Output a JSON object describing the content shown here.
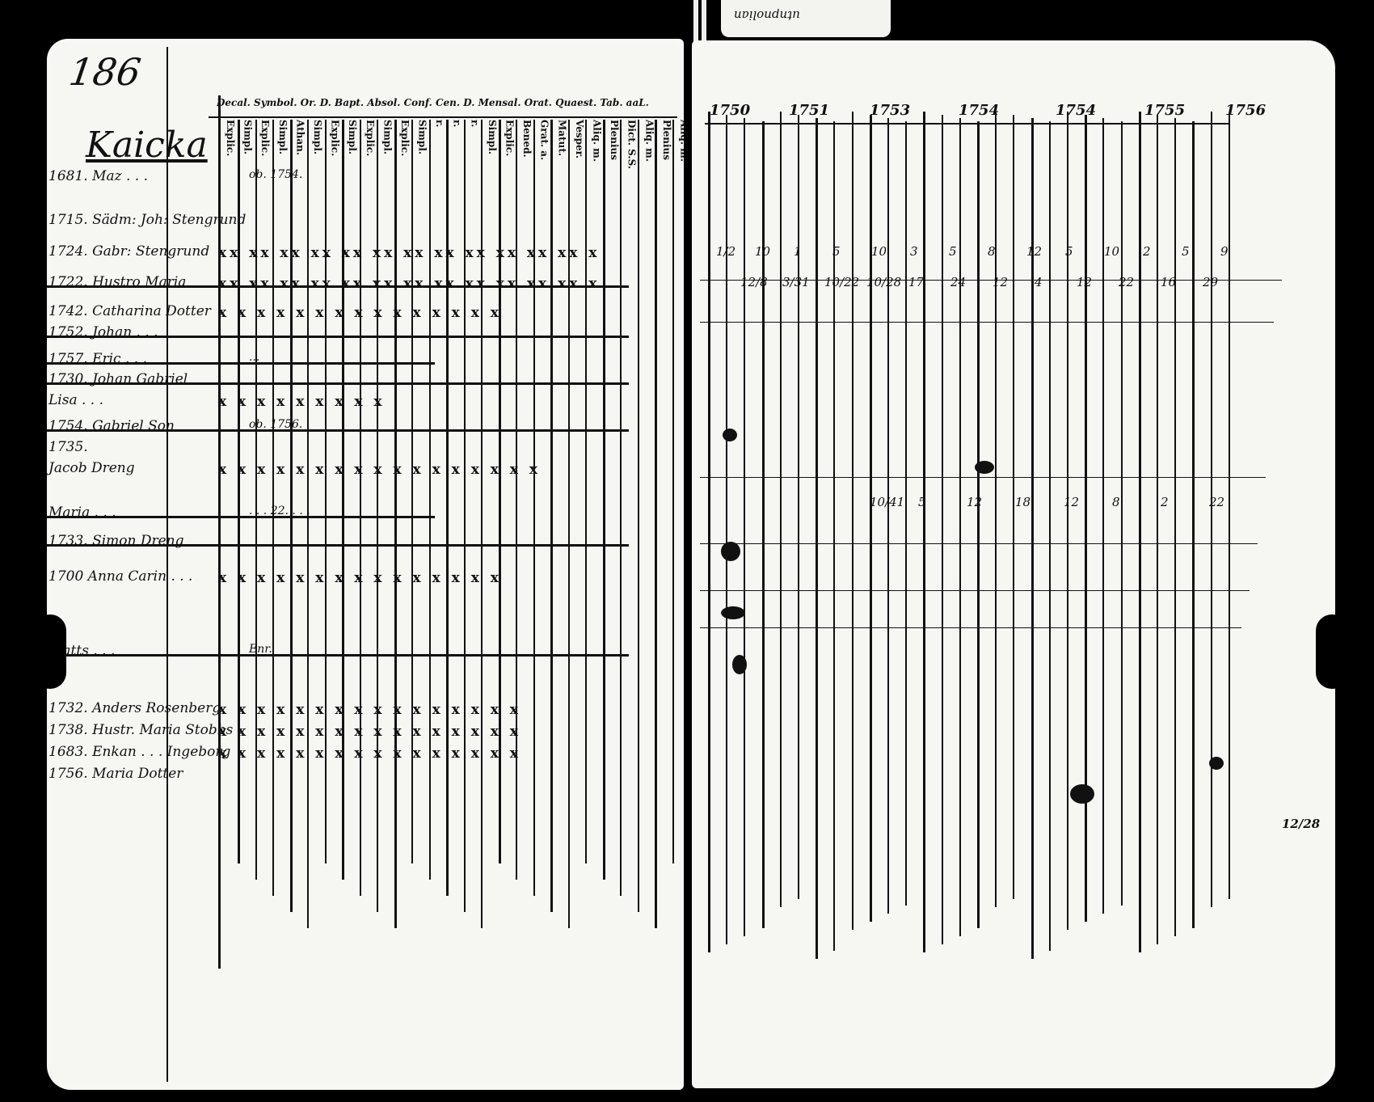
{
  "tab": {
    "text": "utnpnolian"
  },
  "left_page": {
    "page_number": "186",
    "village": "Kaicka",
    "column_header_line": "Decal. Symbol. Or. D. Bapt. Absol. Conf. Cen. D. Mensal. Orat. Quaest. Tab. aaL.",
    "subheads": [
      "Explic.",
      "Simpl.",
      "Explic.",
      "Simpl.",
      "Athan.",
      "Simpl.",
      "Explic.",
      "Simpl.",
      "Explic.",
      "Simpl.",
      "Explic.",
      "Simpl.",
      "r.",
      "r.",
      "r.",
      "Simpl.",
      "Explic.",
      "Bened.",
      "Grat. a.",
      "Matut.",
      "Vesper.",
      "Aliq. m.",
      "Plenius",
      "Dict. S.S.",
      "Aliq. m.",
      "Plenius",
      "Aliq. m."
    ],
    "rows": [
      {
        "entry": "1681. Maz . . .",
        "marks": "",
        "note": "ob. 1754."
      },
      {
        "entry": "1715. Sädm: Joh: Stengrund",
        "marks": "",
        "note": ""
      },
      {
        "entry": "1724. Gabr: Stengrund",
        "marks": "xx xx xx xx xx xx xx xx xx xx xx xx x",
        "note": ""
      },
      {
        "entry": "1722. Hustro Maria",
        "marks": "xx xx xx xx xx xx xx xx xx xx xx xx x",
        "note": ""
      },
      {
        "entry": "1742. Catharina Dotter",
        "marks": "x x x x x x x x x x x x x x x",
        "note": ""
      },
      {
        "entry": "1752. Johan . . .",
        "marks": "",
        "note": ""
      },
      {
        "entry": "1757. Eric . . .",
        "marks": "",
        "note": "..."
      },
      {
        "entry": "1730. Johan Gabriel",
        "marks": "",
        "note": ""
      },
      {
        "entry": "Lisa . . .",
        "marks": "x x x x x x x x x",
        "note": ""
      },
      {
        "entry": "1754. Gabriel Son",
        "marks": "",
        "note": "ob. 1756."
      },
      {
        "entry": "1735.",
        "marks": "",
        "note": ""
      },
      {
        "entry": "Jacob Dreng",
        "marks": "x x x x x x x x x x x x x x x x x",
        "note": ""
      },
      {
        "entry": "Maria . . .",
        "marks": "",
        "note": ". . . 22. . . ."
      },
      {
        "entry": "1733. Simon Dreng",
        "marks": "",
        "note": ""
      },
      {
        "entry": "1700 Anna Carin . . .",
        "marks": "x x x x x x x x x x x x x x x",
        "note": ""
      },
      {
        "entry": "Matts . . .",
        "marks": "",
        "note": "Enr."
      },
      {
        "entry": "1732. Anders Rosenberg",
        "marks": "x x x x x x x x x x x x x x x x",
        "note": ""
      },
      {
        "entry": "1738. Hustr. Maria Stobbs",
        "marks": "x x x x x x x x x x x x x x x x",
        "note": ""
      },
      {
        "entry": "1683. Enkan . . . Ingeborg",
        "marks": "x x x x x x x x x x x x x x x x",
        "note": ""
      },
      {
        "entry": "1756. Maria Dotter",
        "marks": "",
        "note": ""
      }
    ]
  },
  "right_page": {
    "years": [
      "1750",
      "1751",
      "1753",
      "1754",
      "1754",
      "1755",
      "1756"
    ],
    "fractions_row_a": [
      "1/2",
      "10",
      "1",
      "5",
      "10",
      "3",
      "5",
      "8",
      "12",
      "5",
      "10",
      "2",
      "5",
      "9"
    ],
    "fractions_row_b": [
      "12/8",
      "3/31",
      "10/22",
      "10/28",
      "17",
      "24",
      "12",
      "4",
      "12",
      "22",
      "16",
      "29"
    ],
    "fractions_row_c": [
      "10/41",
      "5",
      "12",
      "18",
      "12",
      "8",
      "2",
      "22"
    ],
    "fraction_bottom": "12/28"
  }
}
